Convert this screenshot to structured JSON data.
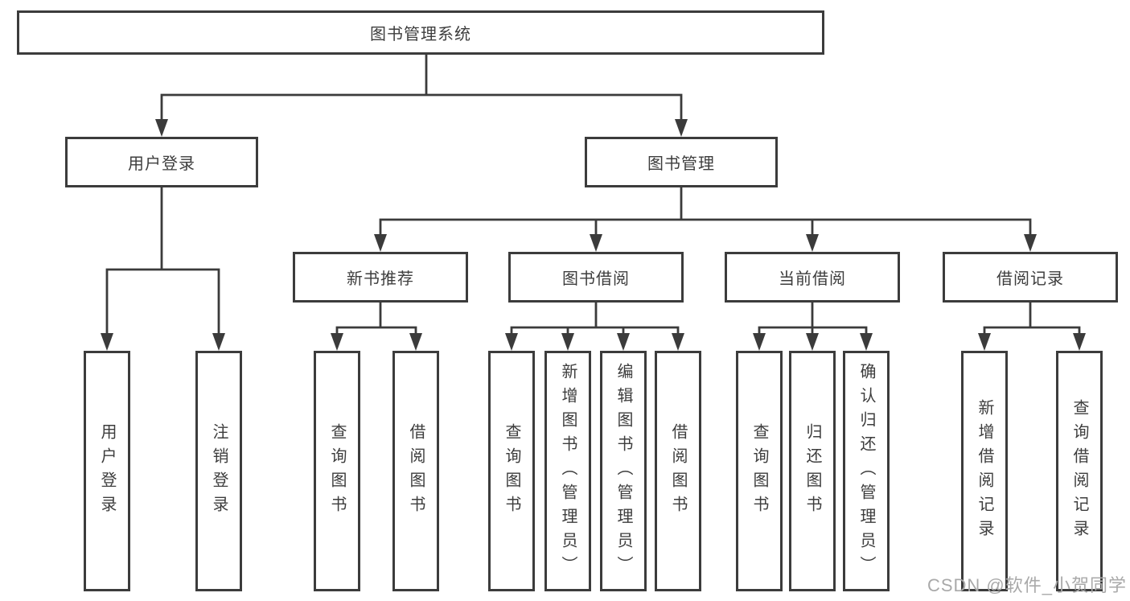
{
  "colors": {
    "line": "#3b3b3b",
    "box_border": "#3c3c3c",
    "box_background": "#ffffff",
    "text": "#3d3d3d",
    "watermark": "#a9a9a9",
    "page_background": "#ffffff"
  },
  "root": {
    "label": "图书管理系统"
  },
  "tree": {
    "user_login": {
      "label": "用户登录",
      "children": [
        {
          "label": "用户登录"
        },
        {
          "label": "注销登录"
        }
      ]
    },
    "book_management": {
      "label": "图书管理",
      "children": [
        {
          "label": "新书推荐",
          "children": [
            {
              "label": "查询图书"
            },
            {
              "label": "借阅图书"
            }
          ]
        },
        {
          "label": "图书借阅",
          "children": [
            {
              "label": "查询图书"
            },
            {
              "label": "新增图书（管理员）"
            },
            {
              "label": "编辑图书（管理员）"
            },
            {
              "label": "借阅图书"
            }
          ]
        },
        {
          "label": "当前借阅",
          "children": [
            {
              "label": "查询图书"
            },
            {
              "label": "归还图书"
            },
            {
              "label": "确认归还（管理员）"
            }
          ]
        },
        {
          "label": "借阅记录",
          "children": [
            {
              "label": "新增借阅记录"
            },
            {
              "label": "查询借阅记录"
            }
          ]
        }
      ]
    }
  },
  "watermark": {
    "text": "CSDN @软件_小贺同学"
  }
}
